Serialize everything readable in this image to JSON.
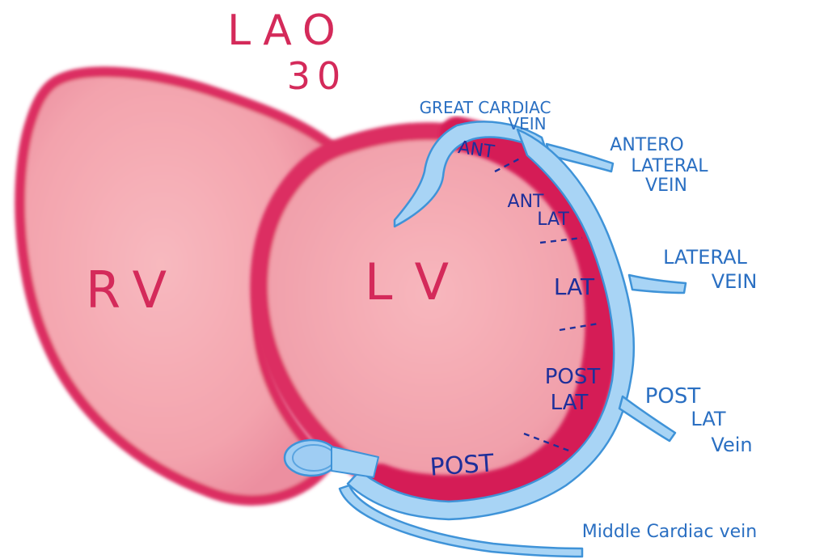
{
  "header": {
    "view_line1": "LAO",
    "view_line2": "30"
  },
  "chambers": {
    "right_ventricle": "RV",
    "left_ventricle": "LV"
  },
  "segments": {
    "anterior": "ANT",
    "anterolateral_top": "ANT",
    "anterolateral_bottom": "LAT",
    "lateral": "LAT",
    "posterolateral_top": "POST",
    "posterolateral_bottom": "LAT",
    "posterior": "POST"
  },
  "veins": {
    "great_cardiac_line1": "GREAT CARDIAC",
    "great_cardiac_line2": "VEIN",
    "anterolateral_line1": "ANTERO",
    "anterolateral_line2": "LATERAL",
    "anterolateral_line3": "VEIN",
    "lateral_line1": "LATERAL",
    "lateral_line2": "VEIN",
    "posterolateral_line1": "POST",
    "posterolateral_line2": "LAT",
    "posterolateral_line3": "Vein",
    "middle_cardiac": "Middle Cardiac vein"
  },
  "colors": {
    "myocardium": "#d9275c",
    "cavity": "#f6a9b3",
    "vein_fill": "#a8d4f5",
    "vein_outline": "#3f93d8",
    "label_blue": "#2a6fc2",
    "label_red": "#d42a5a"
  }
}
